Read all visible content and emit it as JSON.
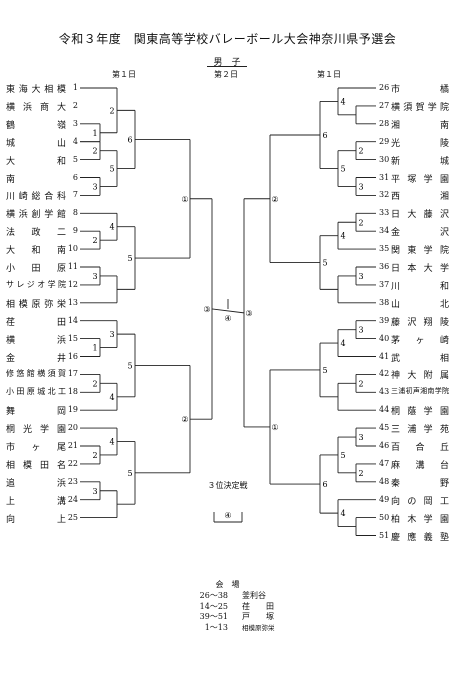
{
  "title": "令和３年度　関東高等学校バレーボール大会神奈川県予選会",
  "division": "男　子",
  "day_labels": {
    "left_day1": "第１日",
    "center_day2": "第２日",
    "right_day1": "第１日"
  },
  "left_teams": [
    {
      "seed": "1",
      "name": "東海大相模"
    },
    {
      "seed": "2",
      "name": "横浜商大"
    },
    {
      "seed": "3",
      "name": "鶴嶺"
    },
    {
      "seed": "4",
      "name": "城山"
    },
    {
      "seed": "5",
      "name": "大和"
    },
    {
      "seed": "6",
      "name": "南"
    },
    {
      "seed": "7",
      "name": "川崎総合科"
    },
    {
      "seed": "8",
      "name": "横浜創学館"
    },
    {
      "seed": "9",
      "name": "法政二"
    },
    {
      "seed": "10",
      "name": "大和南"
    },
    {
      "seed": "11",
      "name": "小田原"
    },
    {
      "seed": "12",
      "name": "サレジオ学院"
    },
    {
      "seed": "13",
      "name": "相模原弥栄"
    },
    {
      "seed": "14",
      "name": "荏田"
    },
    {
      "seed": "15",
      "name": "横浜"
    },
    {
      "seed": "16",
      "name": "金井"
    },
    {
      "seed": "17",
      "name": "修悠館横須賀"
    },
    {
      "seed": "18",
      "name": "小田原城北工"
    },
    {
      "seed": "19",
      "name": "舞岡"
    },
    {
      "seed": "20",
      "name": "桐光学園"
    },
    {
      "seed": "21",
      "name": "市ヶ尾"
    },
    {
      "seed": "22",
      "name": "相模田名"
    },
    {
      "seed": "23",
      "name": "追浜"
    },
    {
      "seed": "24",
      "name": "上溝"
    },
    {
      "seed": "25",
      "name": "向上"
    }
  ],
  "right_teams": [
    {
      "seed": "26",
      "name": "市橘"
    },
    {
      "seed": "27",
      "name": "横須賀学院"
    },
    {
      "seed": "28",
      "name": "湘南"
    },
    {
      "seed": "29",
      "name": "光陵"
    },
    {
      "seed": "30",
      "name": "新城"
    },
    {
      "seed": "31",
      "name": "平塚学園"
    },
    {
      "seed": "32",
      "name": "西湘"
    },
    {
      "seed": "33",
      "name": "日大藤沢"
    },
    {
      "seed": "34",
      "name": "金沢"
    },
    {
      "seed": "35",
      "name": "関東学院"
    },
    {
      "seed": "36",
      "name": "日本大学"
    },
    {
      "seed": "37",
      "name": "川和"
    },
    {
      "seed": "38",
      "name": "山北"
    },
    {
      "seed": "39",
      "name": "藤沢翔陵"
    },
    {
      "seed": "40",
      "name": "茅ヶ崎"
    },
    {
      "seed": "41",
      "name": "武相"
    },
    {
      "seed": "42",
      "name": "神大附属"
    },
    {
      "seed": "43",
      "name": "三浦初声湘南学院"
    },
    {
      "seed": "44",
      "name": "桐蔭学園"
    },
    {
      "seed": "45",
      "name": "三浦学苑"
    },
    {
      "seed": "46",
      "name": "百合丘"
    },
    {
      "seed": "47",
      "name": "麻溝台"
    },
    {
      "seed": "48",
      "name": "秦野"
    },
    {
      "seed": "49",
      "name": "向の岡工"
    },
    {
      "seed": "50",
      "name": "柏木学園"
    },
    {
      "seed": "51",
      "name": "慶應義塾"
    }
  ],
  "round_labels": {
    "r1": "1",
    "r2": "2",
    "r3": "3",
    "r4": "4",
    "r5": "5",
    "r6": "6",
    "c1": "①",
    "c2": "②",
    "c3": "③",
    "c4": "④"
  },
  "third_place_label": "３位決定戦",
  "third_place_match": "④",
  "venue": {
    "title": "会　場",
    "rows": [
      {
        "range": "26〜38",
        "place": "釜利谷"
      },
      {
        "range": "14〜25",
        "place": "荏　　田"
      },
      {
        "range": "39〜51",
        "place": "戸　　塚"
      },
      {
        "range": "1〜13",
        "place": "相模原弥栄"
      }
    ]
  }
}
